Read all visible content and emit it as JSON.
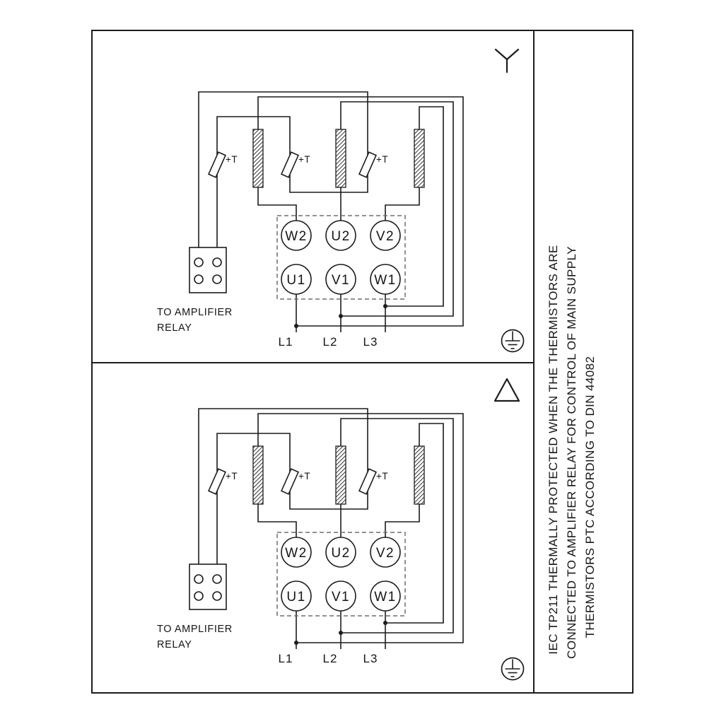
{
  "meta": {
    "sheet": "Motor terminal wiring diagram",
    "stroke_color": "#1c1c1c",
    "background": "#ffffff"
  },
  "panels": [
    {
      "connection": "star",
      "corner_symbol_icon": "star-connection-symbol",
      "relay_caption": [
        "TO AMPLIFIER",
        "RELAY"
      ],
      "thermistor_labels": [
        "+T",
        "+T",
        "+T"
      ],
      "terminals_top": [
        "W2",
        "U2",
        "V2"
      ],
      "terminals_bottom": [
        "U1",
        "V1",
        "W1"
      ],
      "supply_labels": [
        "L1",
        "L2",
        "L3"
      ],
      "ground_icon": "protective-earth"
    },
    {
      "connection": "delta",
      "corner_symbol_icon": "delta-connection-symbol",
      "relay_caption": [
        "TO AMPLIFIER",
        "RELAY"
      ],
      "thermistor_labels": [
        "+T",
        "+T",
        "+T"
      ],
      "terminals_top": [
        "W2",
        "U2",
        "V2"
      ],
      "terminals_bottom": [
        "U1",
        "V1",
        "W1"
      ],
      "supply_labels": [
        "L1",
        "L2",
        "L3"
      ],
      "ground_icon": "protective-earth"
    }
  ],
  "sidebar_note": {
    "lines": [
      "IEC TP211 THERMALLY PROTECTED WHEN THE THERMISTORS ARE",
      "CONNECTED TO AMPLIFIER RELAY FOR CONTROL OF MAIN SUPPLY",
      "THERMISTORS PTC ACCORDING TO DIN 44082"
    ]
  }
}
